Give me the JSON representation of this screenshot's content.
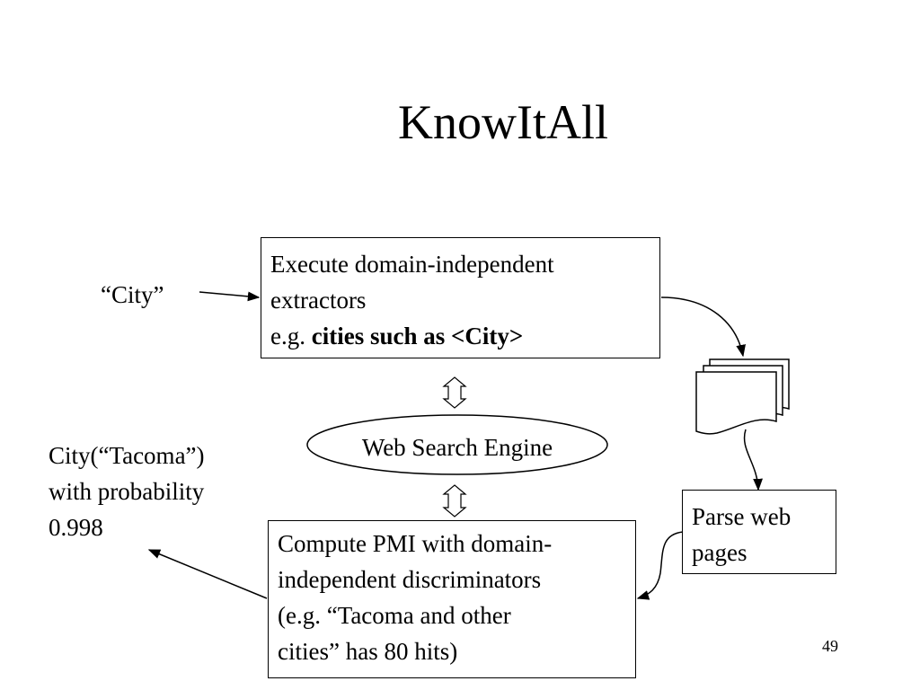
{
  "slide": {
    "title": "KnowItAll",
    "page_number": "49"
  },
  "input_label": "“City”",
  "execute_box": {
    "line1": "Execute domain-independent",
    "line2": "extractors",
    "line3_prefix": "e.g. ",
    "line3_bold": "cities such as <City>"
  },
  "search_engine": {
    "label": "Web Search Engine"
  },
  "parse_box": {
    "line1": "Parse web",
    "line2": "pages"
  },
  "pmi_box": {
    "line1": "Compute PMI with domain-",
    "line2": "independent discriminators",
    "line3": "(e.g. “Tacoma and other",
    "line4": "cities” has 80 hits)"
  },
  "result": {
    "line1": "City(“Tacoma”)",
    "line2": "with probability",
    "line3": "0.998"
  },
  "icons": {
    "web_pages": "stacked-pages-icon",
    "bidirectional_arrow": "double-vertical-arrow-icon"
  }
}
